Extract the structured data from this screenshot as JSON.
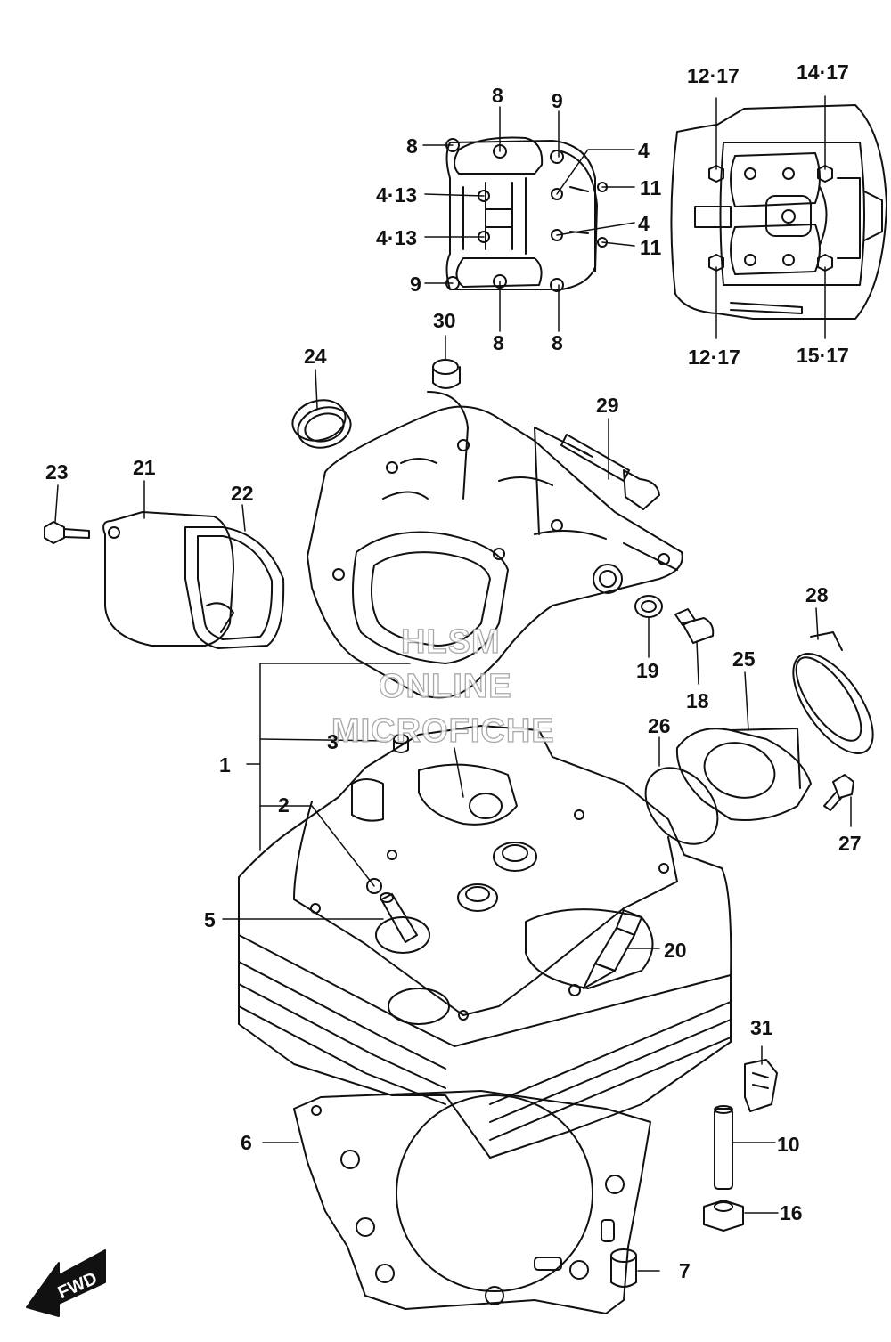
{
  "watermark": {
    "line1": "HLSM",
    "line2": "ONLINE",
    "line3": "MICROFICHE"
  },
  "direction": {
    "label": "FWD",
    "icon": "fwd-arrow-icon"
  },
  "callouts": {
    "p1": "1",
    "p2": "2",
    "p3": "3",
    "p5": "5",
    "p6": "6",
    "p7": "7",
    "p10": "10",
    "p16": "16",
    "p18": "18",
    "p19": "19",
    "p20": "20",
    "p21": "21",
    "p22": "22",
    "p23": "23",
    "p24": "24",
    "p25": "25",
    "p26": "26",
    "p27": "27",
    "p28": "28",
    "p29": "29",
    "p30": "30",
    "p31": "31"
  },
  "inset_left": {
    "top_8": "8",
    "left_8": "8",
    "top_9": "9",
    "right_4a": "4",
    "right_11a": "11",
    "left_4_13a": "4·13",
    "right_4b": "4",
    "left_4_13b": "4·13",
    "right_11b": "11",
    "left_9": "9",
    "bottom_8a": "8",
    "bottom_8b": "8"
  },
  "inset_right": {
    "top_left": "12·17",
    "top_right": "14·17",
    "bottom_left": "12·17",
    "bottom_right": "15·17"
  }
}
